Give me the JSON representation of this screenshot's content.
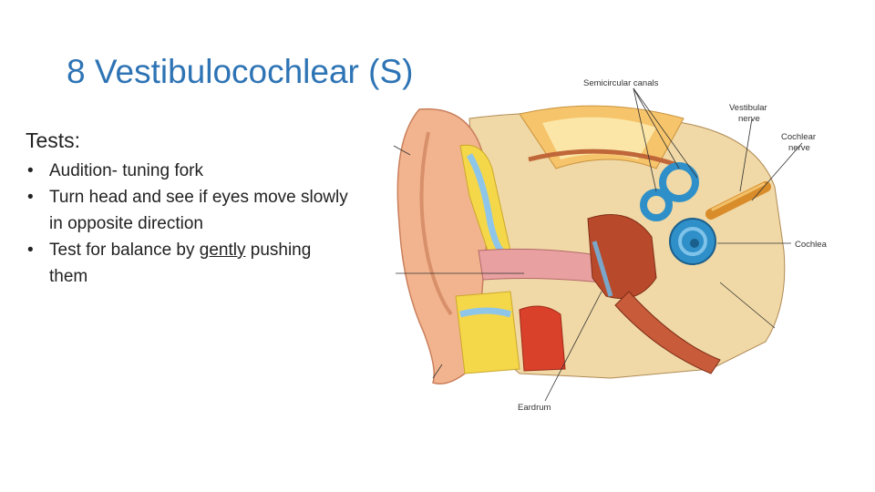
{
  "slide": {
    "title": "8 Vestibulocochlear (S)",
    "subheading": "Tests:",
    "bullets": [
      {
        "text": "Audition- tuning fork"
      },
      {
        "text": "Turn head and see if eyes move slowly in opposite direction"
      },
      {
        "text_before": "Test for balance by ",
        "underlined": "gently",
        "text_after": " pushing them"
      }
    ],
    "bullet_glyph": "•"
  },
  "diagram": {
    "labels": {
      "semicircular": "Semicircular canals",
      "vestibular_1": "Vestibular",
      "vestibular_2": "nerve",
      "cochlear_1": "Cochlear",
      "cochlear_2": "nerve",
      "cochlea": "Cochlea",
      "eardrum": "Eardrum"
    },
    "colors": {
      "title": "#2e74b5",
      "skin": "#f2b48e",
      "bone": "#f0d9a6",
      "fat": "#f5d74a",
      "fluid": "#8ec6ea",
      "cochlea": "#2f8fc8",
      "nerve": "#d98c2a",
      "tissue": "#b84a2b"
    }
  }
}
